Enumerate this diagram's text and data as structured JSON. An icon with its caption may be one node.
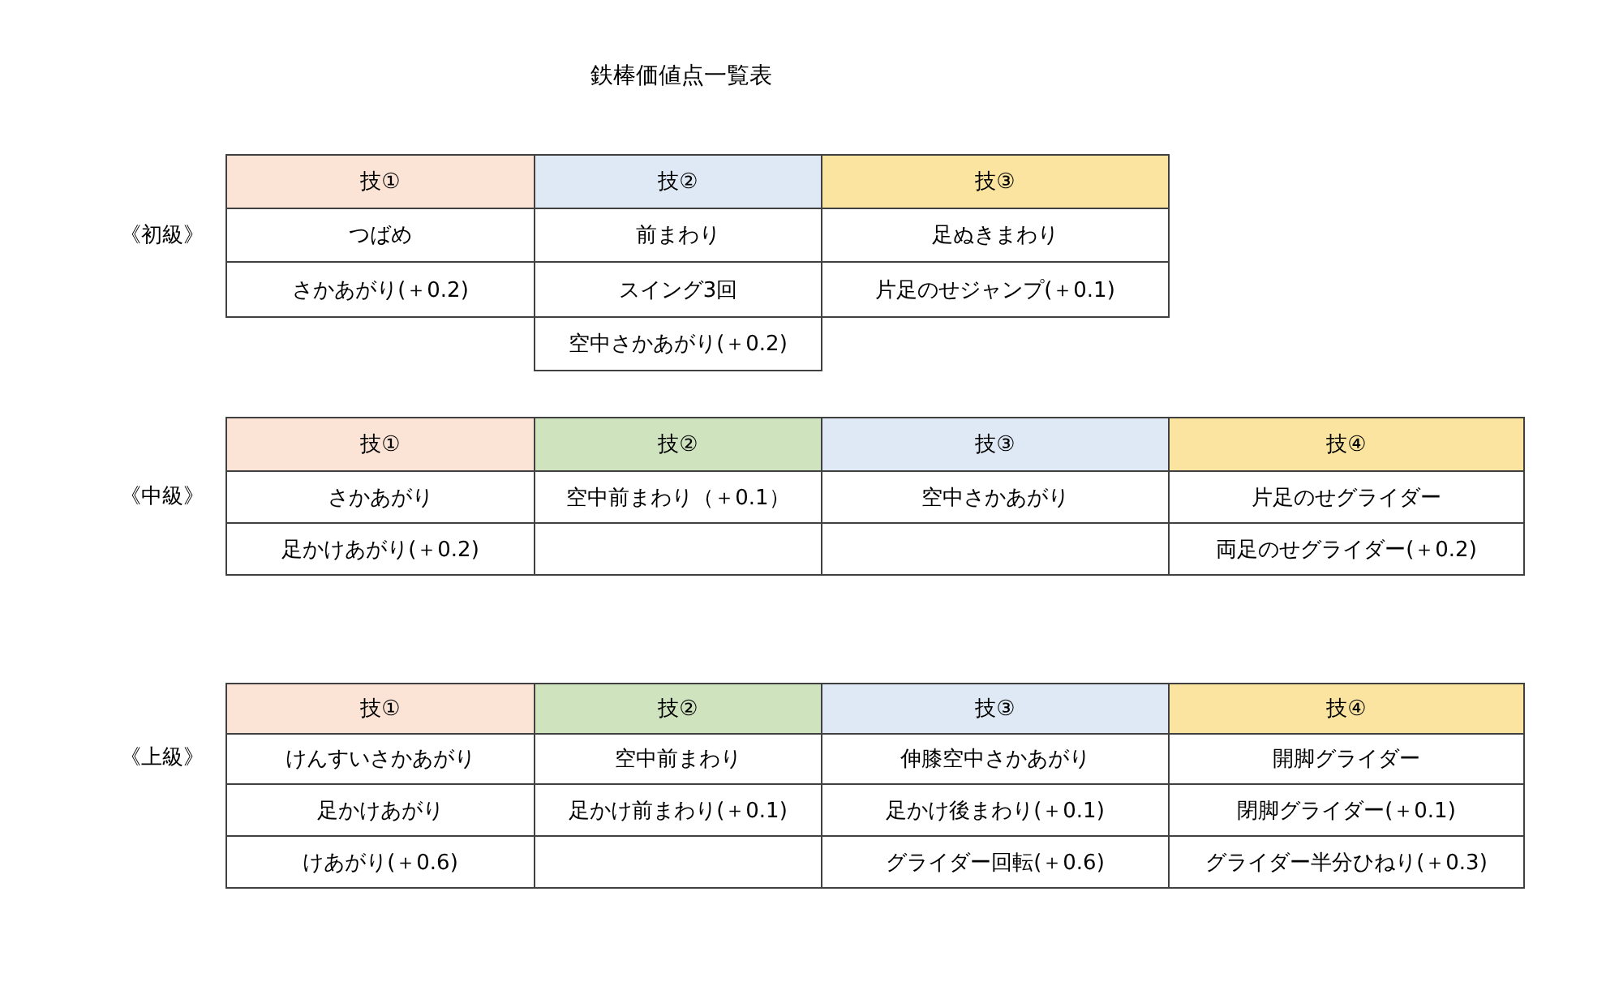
{
  "diagram": {
    "title": "鉄棒価値点一覧表",
    "labels": [
      "技①",
      "技②",
      "技③",
      "《初級》",
      "つばめ",
      "前まわり",
      "足ぬきまわり",
      "さかあがり(＋0.2)",
      "スイング3回",
      "片足のせジャンプ(＋0.1)",
      "空中さかあがり(＋0.2)",
      "技①",
      "技②",
      "技③",
      "技④",
      "《中級》",
      "さかあがり",
      "空中前まわり（＋0.1）",
      "空中さかあがり",
      "片足のせグライダー",
      "足かけあがり(＋0.2)",
      "両足のせグライダー(＋0.2)",
      "技①",
      "技②",
      "技③",
      "技④",
      "《上級》",
      "けんすいさかあがり",
      "空中前まわり",
      "伸膝空中さかあがり",
      "開脚グライダー",
      "足かけあがり",
      "足かけ前まわり(＋0.1)",
      "足かけ後まわり(＋0.1)",
      "閉脚グライダー(＋0.1)",
      "けあがり(＋0.6)",
      "グライダー回転(＋0.6)",
      "グライダー半分ひねり(＋0.3)"
    ]
  }
}
